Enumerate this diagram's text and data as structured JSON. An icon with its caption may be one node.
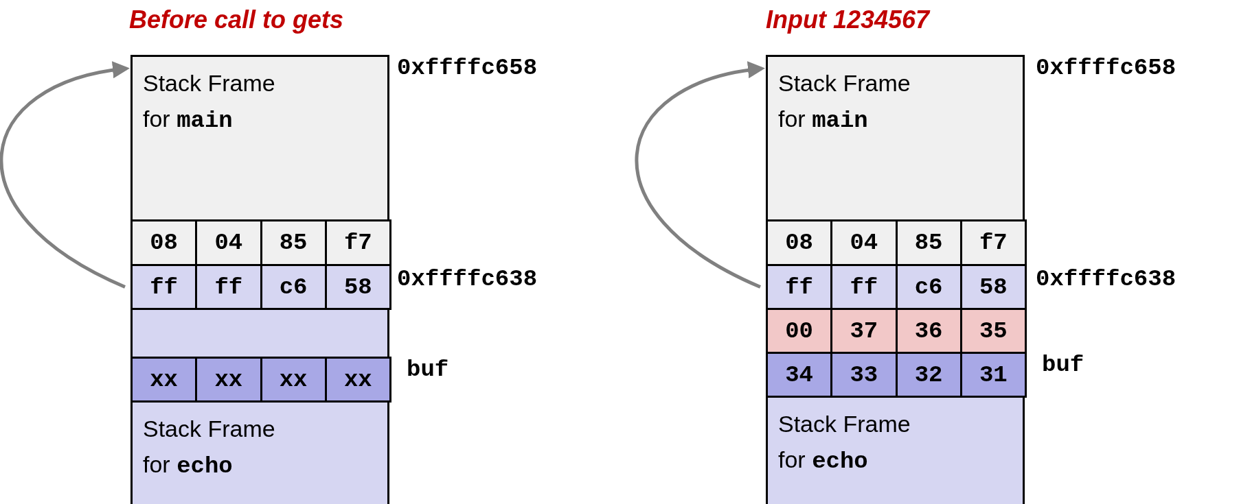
{
  "diagram": {
    "nodes": [
      {
        "text": [
          "Stack Frame for **main**"
        ]
      },
      {
        "text": [
          "08"
        ]
      },
      {
        "text": [
          "04"
        ]
      },
      {
        "text": [
          "85"
        ]
      },
      {
        "text": [
          "f7"
        ]
      },
      {
        "text": [
          "ff"
        ]
      },
      {
        "text": [
          "ff"
        ]
      },
      {
        "text": [
          "c6"
        ]
      },
      {
        "text": [
          "58"
        ]
      },
      {
        "text": [],
        "shape": "box"
      },
      {
        "text": [
          "xx"
        ]
      },
      {
        "text": [
          "xx"
        ]
      },
      {
        "text": [
          "xx"
        ]
      },
      {
        "text": [
          "xx"
        ]
      },
      {
        "text": [
          "Stack Frame for **echo**"
        ]
      },
      {
        "text": [
          "Stack Frame for **main**"
        ]
      },
      {
        "text": [
          "08"
        ]
      },
      {
        "text": [
          "04"
        ]
      },
      {
        "text": [
          "85"
        ]
      },
      {
        "text": [
          "f7"
        ]
      },
      {
        "text": [
          "ff"
        ]
      },
      {
        "text": [
          "ff"
        ]
      },
      {
        "text": [
          "c6"
        ]
      },
      {
        "text": [
          "58"
        ]
      },
      {
        "text": [
          "00"
        ]
      },
      {
        "text": [
          "37"
        ]
      },
      {
        "text": [
          "36"
        ]
      },
      {
        "text": [
          "35"
        ]
      },
      {
        "text": [
          "34"
        ]
      },
      {
        "text": [
          "33"
        ]
      },
      {
        "text": [
          "32"
        ]
      },
      {
        "text": [
          "31"
        ]
      },
      {
        "text": [
          "Stack Frame for **echo**"
        ]
      }
    ],
    "edges": [
      {
        "from": 5,
        "to": 0,
        "arrow": "to"
      },
      {
        "from": 20,
        "to": 15,
        "arrow": "to"
      }
    ],
    "labels": [
      "Before call to gets",
      "0xffffc658",
      "0xffffc638",
      "buf",
      "Input 1234567",
      "0xffffc658",
      "0xffffc638",
      "buf"
    ]
  }
}
